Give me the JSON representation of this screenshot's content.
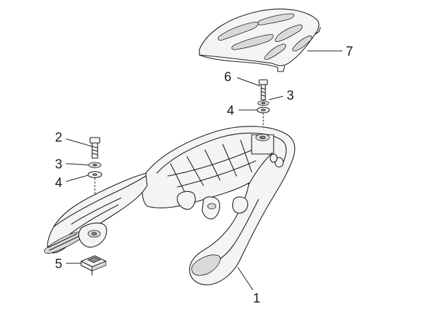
{
  "diagram": {
    "callouts": [
      {
        "id": "c7",
        "label": "7"
      },
      {
        "id": "c6",
        "label": "6"
      },
      {
        "id": "c3a",
        "label": "3"
      },
      {
        "id": "c4a",
        "label": "4"
      },
      {
        "id": "c2",
        "label": "2"
      },
      {
        "id": "c3b",
        "label": "3"
      },
      {
        "id": "c4b",
        "label": "4"
      },
      {
        "id": "c5",
        "label": "5"
      },
      {
        "id": "c1",
        "label": "1"
      }
    ]
  }
}
